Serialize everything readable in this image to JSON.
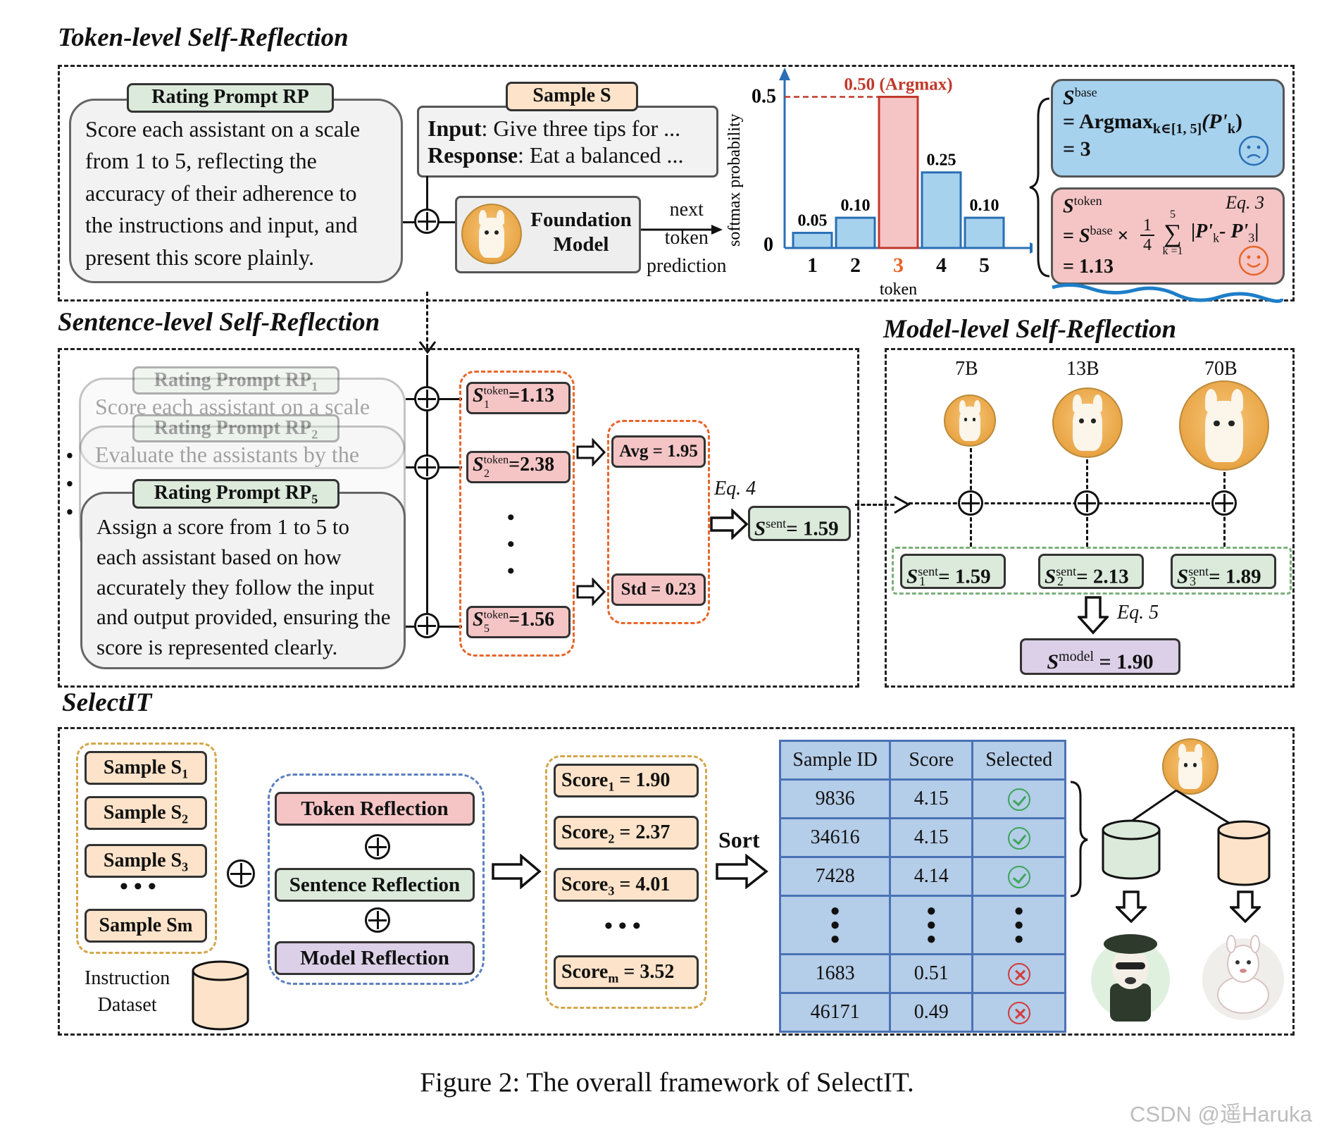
{
  "token_section": {
    "title": "Token-level Self-Reflection",
    "rating_prompt_label": "Rating Prompt RP",
    "rating_prompt_text": "Score each assistant on a scale from 1 to 5, reflecting the accuracy of their adherence to the instructions and input, and present this score plainly.",
    "sample_label": "Sample S",
    "sample_input_key": "Input",
    "sample_input_val": ": Give three tips for ...",
    "sample_response_key": "Response",
    "sample_response_val": ": Eat a balanced ...",
    "model_label_1": "Foundation",
    "model_label_2": "Model",
    "next_token_1": "next",
    "next_token_2": "token",
    "next_token_3": "prediction",
    "base_formula_line1": "= Argmax",
    "base_formula_sub": "k∈[1, 5]",
    "base_formula_arg": "(P'",
    "base_formula_argsub": "k",
    "base_formula_close": ")",
    "base_result": "= 3",
    "token_eq_label": "Eq. 3",
    "token_result": "= 1.13",
    "sum_top": "5",
    "sum_bottom": "k =1",
    "frac_num": "1",
    "frac_den": "4"
  },
  "chart_data": {
    "type": "bar",
    "categories": [
      "1",
      "2",
      "3",
      "4",
      "5"
    ],
    "values": [
      0.05,
      0.1,
      0.5,
      0.25,
      0.1
    ],
    "value_labels": [
      "0.05",
      "0.10",
      "",
      "0.25",
      "0.10"
    ],
    "highlight_index": 2,
    "highlight_label": "0.50 (Argmax)",
    "xlabel": "token",
    "ylabel": "softmax probability",
    "y_ticks": [
      "0.5",
      "0"
    ],
    "ylim": [
      0,
      0.55
    ],
    "colors": {
      "bar": "#a7d2ee",
      "highlight": "#f5c5c6",
      "axis": "#2a6fb5",
      "highlight_text": "#c0392b"
    }
  },
  "sentence_section": {
    "title": "Sentence-level Self-Reflection",
    "rp1_label": "Rating Prompt RP",
    "rp1_sub": "1",
    "rp1_text": "Score each assistant on a scale",
    "rp2_label": "Rating Prompt RP",
    "rp2_sub": "2",
    "rp2_text": "Evaluate the assistants by the",
    "rp5_label": "Rating Prompt RP",
    "rp5_sub": "5",
    "rp5_text": "Assign a score from 1 to 5 to each assistant based on how accurately they follow the input and output provided, ensuring the score is represented clearly.",
    "s1_sub": "1",
    "s1_val": "=1.13",
    "s2_sub": "2",
    "s2_val": "=2.38",
    "s5_sub": "5",
    "s5_val": "=1.56",
    "avg": "Avg = 1.95",
    "std": "Std = 0.23",
    "eq4": "Eq. 4",
    "sent_val": "= 1.59"
  },
  "model_section": {
    "title": "Model-level Self-Reflection",
    "sizes": [
      "7B",
      "13B",
      "70B"
    ],
    "sent_values": [
      {
        "sub": "1",
        "val": "= 1.59"
      },
      {
        "sub": "2",
        "val": "= 2.13"
      },
      {
        "sub": "3",
        "val": "= 1.89"
      }
    ],
    "eq5": "Eq. 5",
    "model_val": "= 1.90"
  },
  "selectit_section": {
    "title": "SelectIT",
    "samples": [
      {
        "label": "Sample S",
        "sub": "1"
      },
      {
        "label": "Sample S",
        "sub": "2"
      },
      {
        "label": "Sample S",
        "sub": "3"
      },
      {
        "label": "Sample S",
        "sub": "m"
      }
    ],
    "dataset_label_1": "Instruction",
    "dataset_label_2": "Dataset",
    "reflections": [
      "Token Reflection",
      "Sentence Reflection",
      "Model Reflection"
    ],
    "scores": [
      {
        "label": "Score",
        "sub": "1",
        "val": "= 1.90"
      },
      {
        "label": "Score",
        "sub": "2",
        "val": "= 2.37"
      },
      {
        "label": "Score",
        "sub": "3",
        "val": "= 4.01"
      },
      {
        "label": "Score",
        "sub": "m",
        "val": "= 3.52"
      }
    ],
    "sort_label": "Sort",
    "table_headers": [
      "Sample ID",
      "Score",
      "Selected"
    ],
    "table_rows": [
      {
        "id": "9836",
        "score": "4.15",
        "selected": true
      },
      {
        "id": "34616",
        "score": "4.15",
        "selected": true
      },
      {
        "id": "7428",
        "score": "4.14",
        "selected": true
      },
      {
        "id": "1683",
        "score": "0.51",
        "selected": false
      },
      {
        "id": "46171",
        "score": "0.49",
        "selected": false
      }
    ]
  },
  "symbols": {
    "S": "S",
    "sup_base": "base",
    "sup_token": "token",
    "sup_sent": "sent",
    "sup_model": "model",
    "times": "×",
    "sum": "∑",
    "prime_k": "P'",
    "minus_prime": "- P'",
    "dot": "•",
    "oplus": "⊕"
  },
  "caption": "Figure 2: The overall framework of SelectIT.",
  "watermark": "CSDN @遥Haruka"
}
